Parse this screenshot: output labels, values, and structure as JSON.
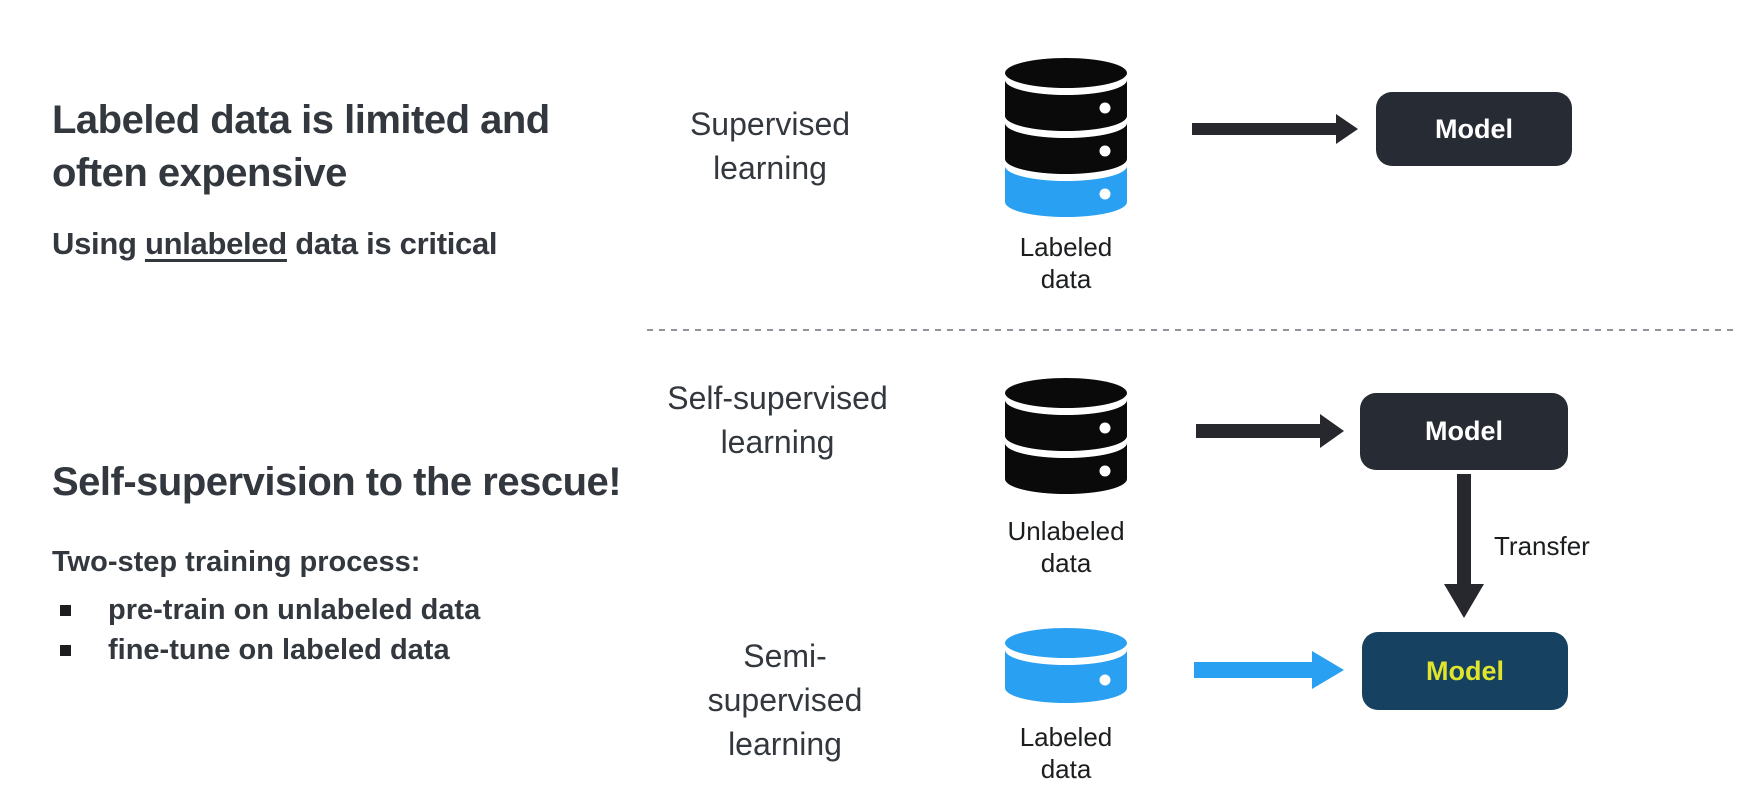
{
  "colors": {
    "background": "#ffffff",
    "text_dark": "#33383e",
    "caption_dark": "#1b1d1f",
    "icon_black": "#0a0a0a",
    "accent_blue": "#2aa0f2",
    "arrow_dark": "#26282e",
    "box_charcoal": "#272b33",
    "box_navy": "#164160",
    "model_yellow": "#dfe52d",
    "divider_gray": "#8f959b"
  },
  "left_panel": {
    "headline_1": "Labeled data is limited and\noften expensive",
    "subline": {
      "prefix": "Using ",
      "underlined": "unlabeled",
      "suffix": " data is critical"
    },
    "headline_2": "Self-supervision to the rescue!",
    "process_title": "Two-step training process:",
    "bullets": [
      {
        "label": "pre-train on unlabeled data"
      },
      {
        "label": "fine-tune on labeled data"
      }
    ]
  },
  "diagram": {
    "supervised": {
      "label": "Supervised\nlearning",
      "data_label": "Labeled\ndata",
      "model_label": "Model"
    },
    "self_supervised": {
      "label": "Self-supervised\nlearning",
      "data_label": "Unlabeled\ndata",
      "model_label": "Model",
      "transfer_label": "Transfer"
    },
    "semi_supervised": {
      "label": "Semi-\nsupervised\nlearning",
      "data_label": "Labeled\ndata",
      "model_label": "Model"
    }
  }
}
